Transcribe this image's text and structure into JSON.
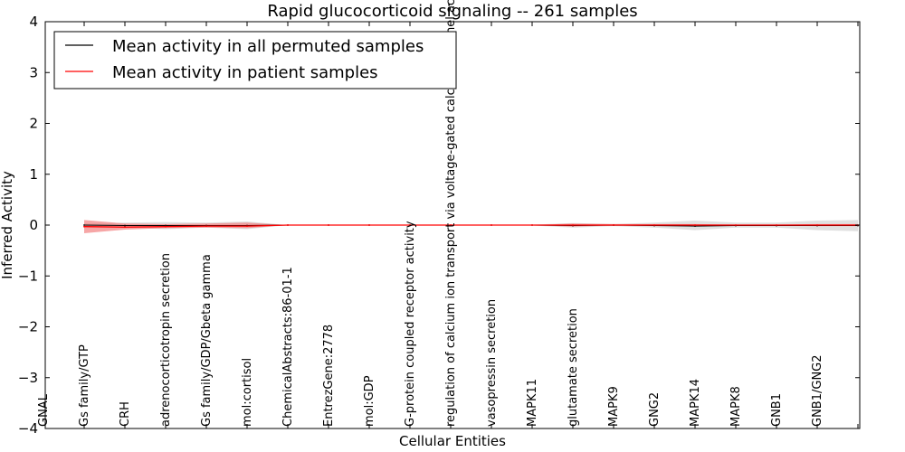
{
  "chart_data": {
    "type": "line",
    "title": "Rapid glucocorticoid signaling -- 261 samples",
    "xlabel": "Cellular Entities",
    "ylabel": "Inferred Activity",
    "ylim": [
      -4,
      4
    ],
    "yticks": [
      -4,
      -3,
      -2,
      -1,
      0,
      1,
      2,
      3,
      4
    ],
    "grid": false,
    "legend_position": "top-left",
    "categories": [
      "GNAL",
      "Gs family/GTP",
      "CRH",
      "adrenocorticotropin secretion",
      "Gs family/GDP/Gbeta gamma",
      "mol:cortisol",
      "ChemicalAbstracts:86-01-1",
      "EntrezGene:2778",
      "mol:GDP",
      "G-protein coupled receptor activity",
      "regulation of calcium ion transport via voltage-gated calcium channel activity",
      "vasopressin secretion",
      "MAPK11",
      "glutamate secretion",
      "MAPK9",
      "GNG2",
      "MAPK14",
      "MAPK8",
      "GNB1",
      "GNB1/GNG2"
    ],
    "series": [
      {
        "name": "Mean activity in all permuted samples",
        "color": "#000000",
        "values": [
          0,
          -0.01,
          -0.01,
          -0.01,
          -0.01,
          0,
          0,
          0,
          0,
          0,
          0,
          0,
          -0.01,
          0,
          -0.01,
          -0.02,
          -0.01,
          -0.01,
          -0.01,
          -0.01
        ],
        "band_lower": [
          -0.03,
          -0.05,
          -0.08,
          -0.05,
          -0.08,
          0,
          0,
          0,
          0,
          0,
          0,
          -0.01,
          -0.05,
          -0.02,
          -0.05,
          -0.1,
          -0.05,
          -0.05,
          -0.1,
          -0.12
        ],
        "band_upper": [
          0.03,
          0.05,
          0.06,
          0.05,
          0.07,
          0,
          0,
          0,
          0,
          0,
          0,
          0.01,
          0.04,
          0.02,
          0.05,
          0.09,
          0.05,
          0.05,
          0.09,
          0.1
        ],
        "band_color": "#bbbbbb"
      },
      {
        "name": "Mean activity in patient samples",
        "color": "#ff0000",
        "values": [
          -0.03,
          -0.04,
          -0.03,
          -0.02,
          -0.02,
          0,
          0,
          0,
          0,
          0,
          0,
          0,
          0,
          0,
          0,
          0,
          0,
          0,
          0,
          0
        ],
        "band_lower": [
          -0.16,
          -0.09,
          -0.06,
          -0.05,
          -0.06,
          0,
          0,
          0,
          0,
          0,
          0,
          0,
          -0.03,
          -0.01,
          -0.02,
          -0.02,
          -0.01,
          -0.01,
          -0.02,
          -0.02
        ],
        "band_upper": [
          0.1,
          0.03,
          0.02,
          0.03,
          0.05,
          0,
          0,
          0,
          0,
          0,
          0,
          0,
          0.03,
          0.02,
          0.02,
          0.02,
          0.01,
          0.01,
          0.02,
          0.02
        ],
        "band_color": "#f28080"
      }
    ]
  }
}
